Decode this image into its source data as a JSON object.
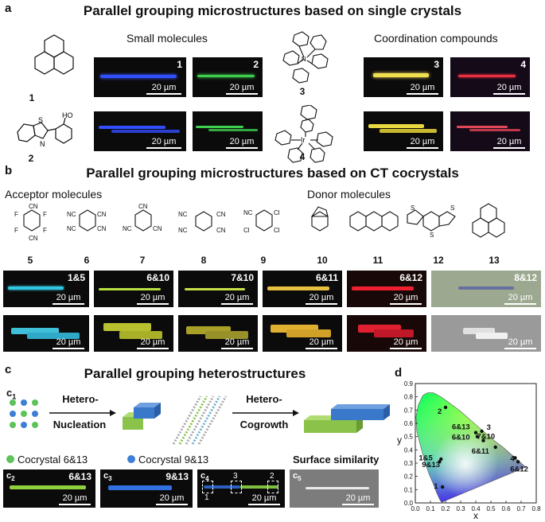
{
  "panel_a": {
    "letter": "a",
    "title": "Parallel grouping microstructures based on single crystals",
    "small_molecules": "Small molecules",
    "coordination": "Coordination compounds",
    "molecules": [
      "1",
      "2",
      "3",
      "4"
    ],
    "images_top": [
      {
        "label": "1",
        "scale": "20 µm"
      },
      {
        "label": "2",
        "scale": "20 µm"
      },
      {
        "label": "3",
        "scale": "20 µm"
      },
      {
        "label": "4",
        "scale": "20 µm"
      }
    ],
    "images_bottom": [
      {
        "scale": "20 µm"
      },
      {
        "scale": "20 µm"
      },
      {
        "scale": "20 µm"
      },
      {
        "scale": "20 µm"
      }
    ],
    "ho_label": "HO",
    "s_label": "S",
    "n_label": "N",
    "ir_label": "Ir"
  },
  "panel_b": {
    "letter": "b",
    "title": "Parallel grouping microstructures based on CT cocrystals",
    "acceptor": "Acceptor molecules",
    "donor": "Donor molecules",
    "molecules": [
      "5",
      "6",
      "7",
      "8",
      "9",
      "10",
      "11",
      "12",
      "13"
    ],
    "images_top": [
      {
        "label": "1&5",
        "scale": "20 µm"
      },
      {
        "label": "6&10",
        "scale": "20 µm"
      },
      {
        "label": "7&10",
        "scale": "20 µm"
      },
      {
        "label": "6&11",
        "scale": "20 µm"
      },
      {
        "label": "6&12",
        "scale": "20 µm"
      },
      {
        "label": "8&12",
        "scale": "20 µm"
      }
    ],
    "images_bottom": [
      {
        "scale": "20 µm"
      },
      {
        "scale": "20 µm"
      },
      {
        "scale": "20 µm"
      },
      {
        "scale": "20 µm"
      },
      {
        "scale": "20 µm"
      },
      {
        "scale": "20 µm"
      }
    ],
    "atoms": {
      "F": "F",
      "CN": "CN",
      "NC": "NC",
      "Cl": "Cl",
      "S": "S"
    }
  },
  "panel_c": {
    "letter": "c",
    "title": "Parallel grouping heterostructures",
    "c1": "c",
    "c1_sub": "1",
    "hetero1_a": "Hetero-",
    "hetero1_b": "Nucleation",
    "hetero2_a": "Hetero-",
    "hetero2_b": "Cogrowth",
    "legend_green": "Cocrystal 6&13",
    "legend_blue": "Cocrystal 9&13",
    "surface": "Surface similarity",
    "images": [
      {
        "tag": "c",
        "sub": "2",
        "label": "6&13",
        "scale": "20 µm"
      },
      {
        "tag": "c",
        "sub": "3",
        "label": "9&13",
        "scale": "20 µm"
      },
      {
        "tag": "c",
        "sub": "4",
        "label": "",
        "scale": "20 µm",
        "marks": [
          "1",
          "3",
          "2"
        ]
      },
      {
        "tag": "c",
        "sub": "5",
        "label": "",
        "scale": "20 µm"
      }
    ],
    "colors": {
      "green": "#8bc34a",
      "blue": "#3a78c9",
      "dot_green": "#5cc35a",
      "dot_blue": "#3d7fd6"
    }
  },
  "panel_d": {
    "letter": "d",
    "chart_data": {
      "type": "scatter",
      "title": "",
      "xlabel": "x",
      "ylabel": "y",
      "xlim": [
        0.0,
        0.8
      ],
      "ylim": [
        0.0,
        0.9
      ],
      "xticks": [
        "0.0",
        "0.1",
        "0.2",
        "0.3",
        "0.4",
        "0.5",
        "0.6",
        "0.7",
        "0.8"
      ],
      "yticks": [
        "0.0",
        "0.1",
        "0.2",
        "0.3",
        "0.4",
        "0.5",
        "0.6",
        "0.7",
        "0.8",
        "0.9"
      ],
      "points": [
        {
          "label": "1",
          "x": 0.18,
          "y": 0.12
        },
        {
          "label": "2",
          "x": 0.2,
          "y": 0.72
        },
        {
          "label": "3",
          "x": 0.44,
          "y": 0.54
        },
        {
          "label": "4",
          "x": 0.66,
          "y": 0.34
        },
        {
          "label": "1&5",
          "x": 0.16,
          "y": 0.31
        },
        {
          "label": "9&13",
          "x": 0.17,
          "y": 0.33
        },
        {
          "label": "6&13",
          "x": 0.4,
          "y": 0.53
        },
        {
          "label": "6&10",
          "x": 0.41,
          "y": 0.5
        },
        {
          "label": "7&10",
          "x": 0.45,
          "y": 0.47
        },
        {
          "label": "6&11",
          "x": 0.53,
          "y": 0.42
        },
        {
          "label": "6&12",
          "x": 0.68,
          "y": 0.31
        }
      ]
    }
  }
}
